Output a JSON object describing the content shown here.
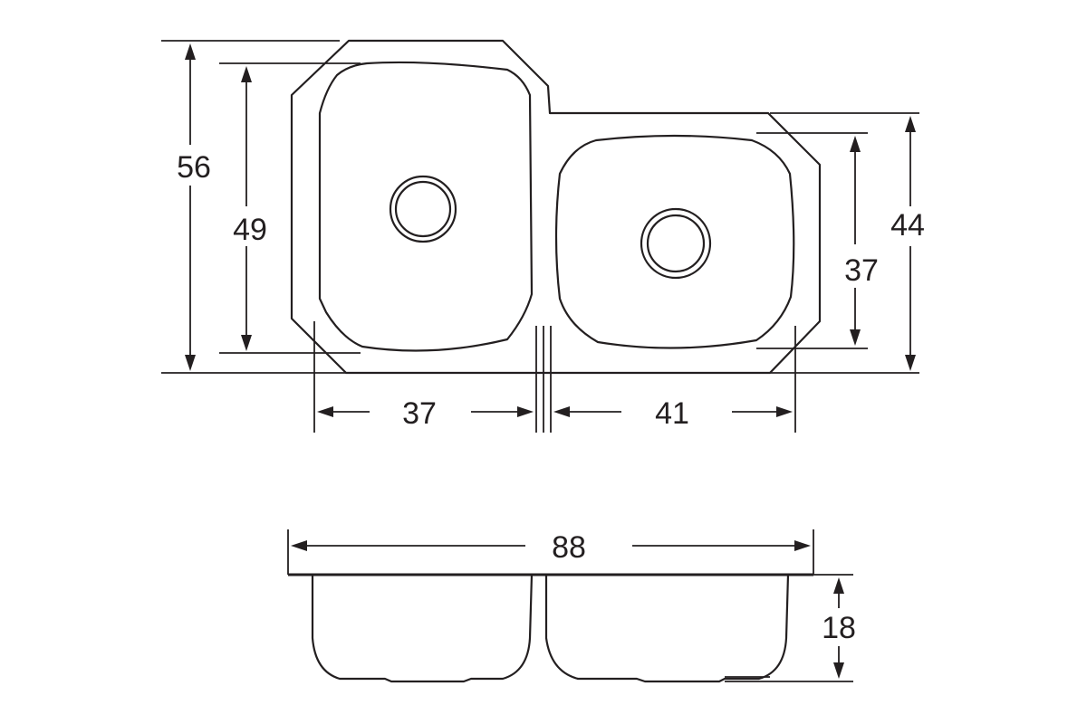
{
  "top_view": {
    "overall_depth": "56",
    "left_bowl_depth": "49",
    "right_overall_depth": "44",
    "right_bowl_depth": "37",
    "left_bowl_width": "37",
    "right_bowl_width": "41"
  },
  "side_view": {
    "overall_width": "88",
    "height": "18"
  },
  "colors": {
    "line": "#231f20",
    "background": "#ffffff"
  }
}
